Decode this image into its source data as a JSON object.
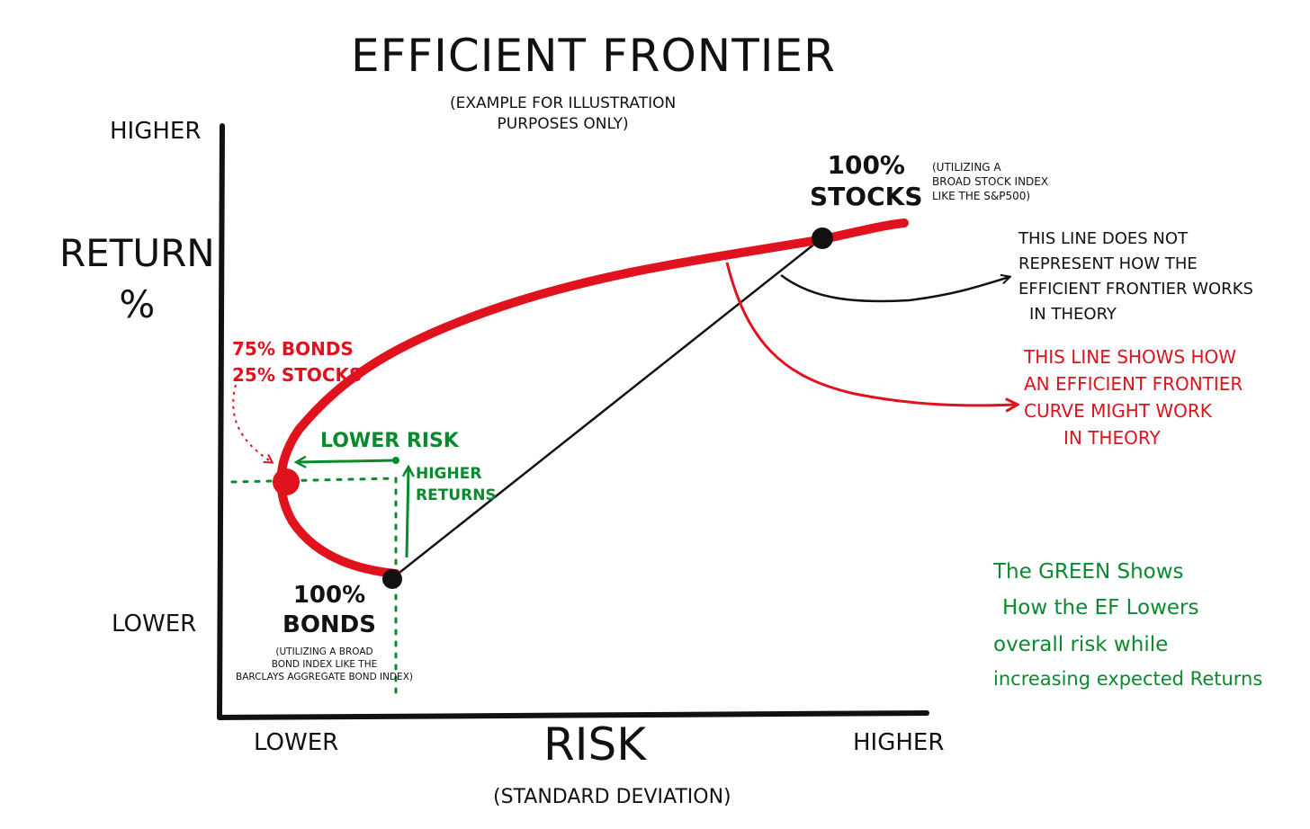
{
  "title": "EFFICIENT FRONTIER",
  "subtitle": {
    "line1": "(EXAMPLE FOR ILLUSTRATION",
    "line2": "PURPOSES ONLY)"
  },
  "y_axis": {
    "high": "HIGHER",
    "label_line1": "RETURN",
    "label_line2": "%",
    "low": "LOWER"
  },
  "x_axis": {
    "low": "LOWER",
    "label": "RISK",
    "sublabel": "(STANDARD DEVIATION)",
    "high": "HIGHER"
  },
  "stocks_point": {
    "line1": "100%",
    "line2": "STOCKS",
    "note_line1": "(UTILIZING A",
    "note_line2": "BROAD STOCK INDEX",
    "note_line3": "LIKE THE S&P500)"
  },
  "bonds_point": {
    "line1": "100%",
    "line2": "BONDS",
    "note_line1": "(UTILIZING A BROAD",
    "note_line2": "BOND INDEX LIKE THE",
    "note_line3": "BARCLAYS AGGREGATE BOND INDEX)"
  },
  "mix_point": {
    "line1": "75% BONDS",
    "line2": "25% STOCKS"
  },
  "green_labels": {
    "lower_risk": "LOWER RISK",
    "higher_line1": "HIGHER",
    "higher_line2": "RETURNS"
  },
  "notes": {
    "black_line1": "THIS LINE DOES NOT",
    "black_line2": "REPRESENT HOW THE",
    "black_line3": "EFFICIENT FRONTIER WORKS",
    "black_line4": "IN THEORY",
    "red_line1": "THIS LINE SHOWS HOW",
    "red_line2": "AN EFFICIENT FRONTIER",
    "red_line3": "CURVE MIGHT WORK",
    "red_line4": "IN THEORY",
    "green_line1": "The GREEN Shows",
    "green_line2": "How the EF Lowers",
    "green_line3": "overall risk while",
    "green_line4": "increasing expected Returns"
  },
  "colors": {
    "ink": "#111111",
    "frontier_red": "#e0121e",
    "annotation_green": "#0a8a2e"
  }
}
